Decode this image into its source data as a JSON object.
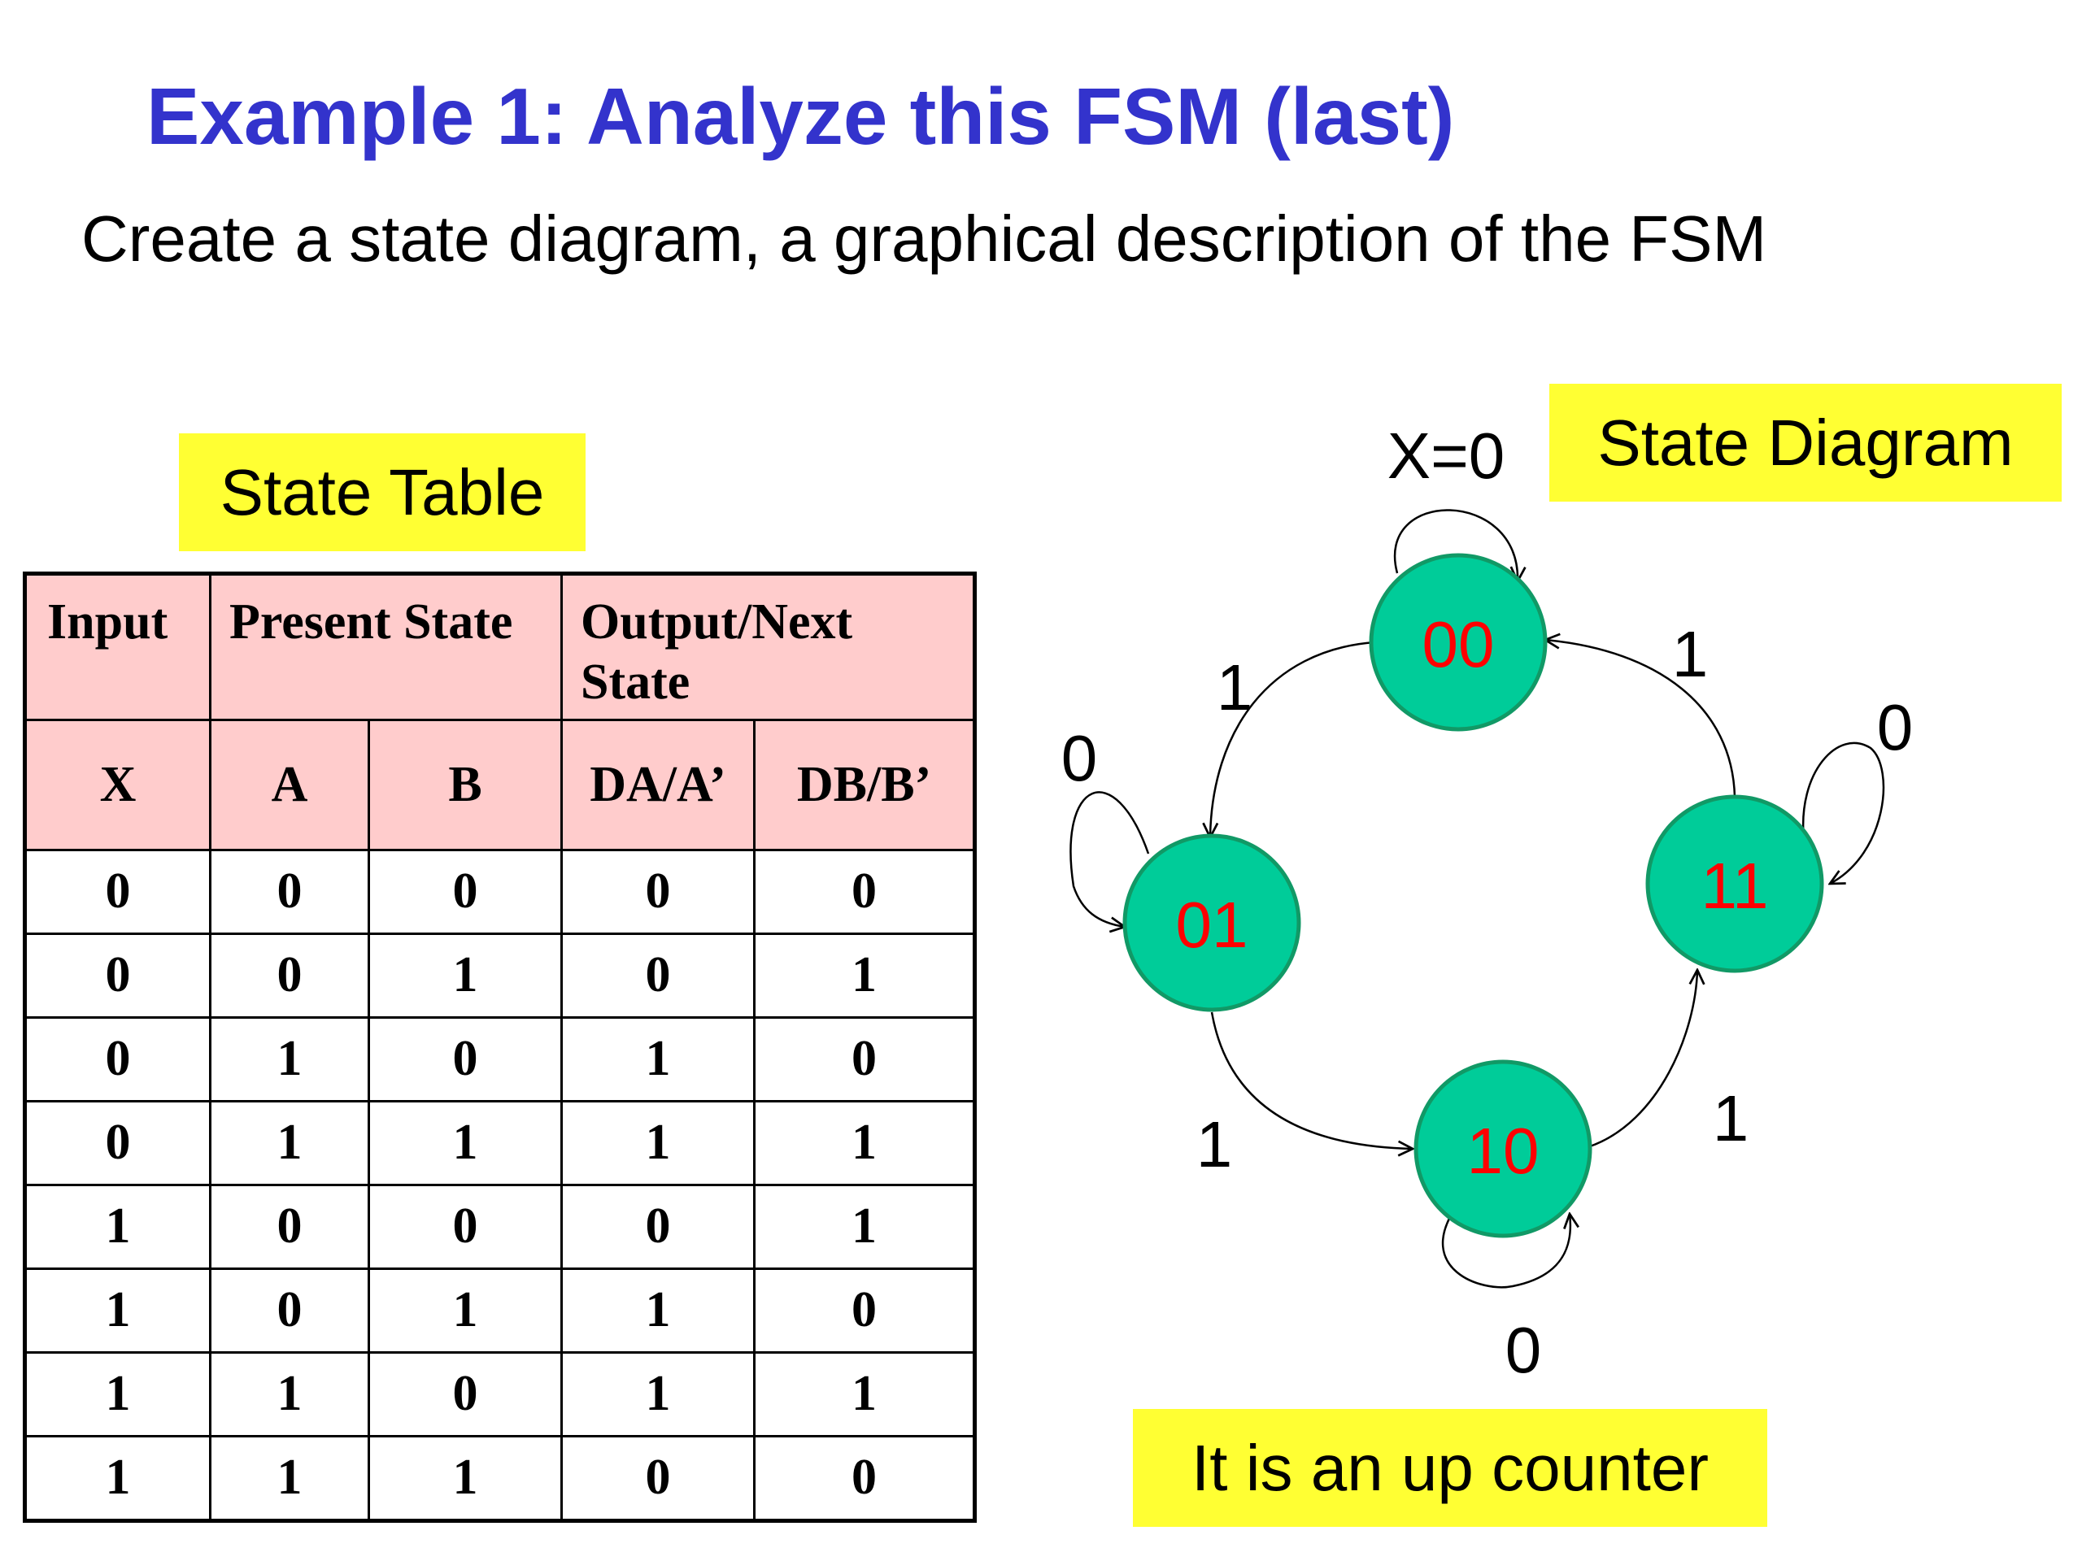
{
  "title": "Example 1: Analyze this FSM (last)",
  "subtitle": "Create a state diagram, a graphical description of the FSM",
  "state_table": {
    "label": "State Table",
    "header_groups": [
      "Input",
      "Present State",
      "Output/Next State"
    ],
    "columns": [
      "X",
      "A",
      "B",
      "DA/A’",
      "DB/B’"
    ],
    "rows": [
      [
        "0",
        "0",
        "0",
        "0",
        "0"
      ],
      [
        "0",
        "0",
        "1",
        "0",
        "1"
      ],
      [
        "0",
        "1",
        "0",
        "1",
        "0"
      ],
      [
        "0",
        "1",
        "1",
        "1",
        "1"
      ],
      [
        "1",
        "0",
        "0",
        "0",
        "1"
      ],
      [
        "1",
        "0",
        "1",
        "1",
        "0"
      ],
      [
        "1",
        "1",
        "0",
        "1",
        "1"
      ],
      [
        "1",
        "1",
        "1",
        "0",
        "0"
      ]
    ],
    "header_color": "#ffcccc"
  },
  "state_diagram": {
    "label": "State Diagram",
    "states": [
      "00",
      "01",
      "10",
      "11"
    ],
    "self_loop_00_label": "X=0",
    "self_loop_01_label": "0",
    "self_loop_10_label": "0",
    "self_loop_11_label": "0",
    "edge_00_01_label": "1",
    "edge_01_10_label": "1",
    "edge_10_11_label": "1",
    "edge_11_00_label": "1",
    "node_color": "#00cc99",
    "state_text_color": "#ff0000"
  },
  "conclusion": "It is an up counter",
  "colors": {
    "title": "#3333cc",
    "label_box": "#ffff33"
  }
}
